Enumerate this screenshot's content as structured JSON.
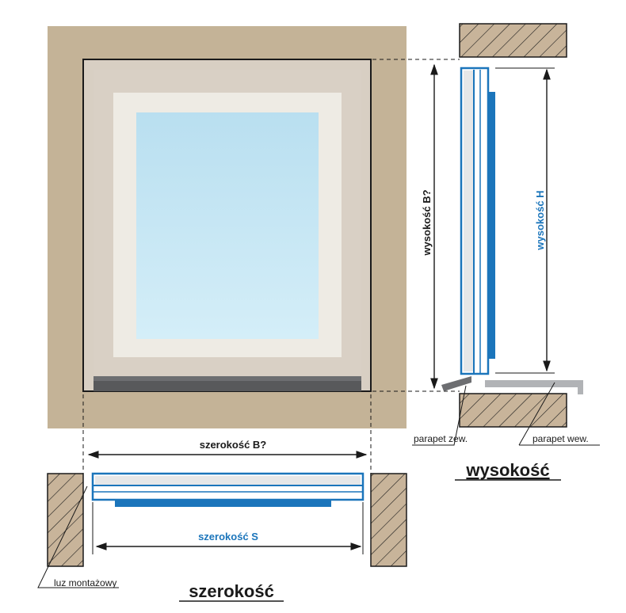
{
  "labels": {
    "height_b": "wysokość  B?",
    "height_h": "wysokość H",
    "width_b": "szerokość  B?",
    "width_s": "szerokość S",
    "sill_outer": "parapet zew.",
    "sill_inner": "parapet wew.",
    "gap": "luz montażowy",
    "title_height": "wysokość",
    "title_width": "szerokość"
  },
  "colors": {
    "wall": "#c4b397",
    "reveal": "#d8cfc3",
    "frame": "#eeebe4",
    "glass": "#bfe3f2",
    "blue": "#1b75bb",
    "brick": "#c8b49a"
  }
}
